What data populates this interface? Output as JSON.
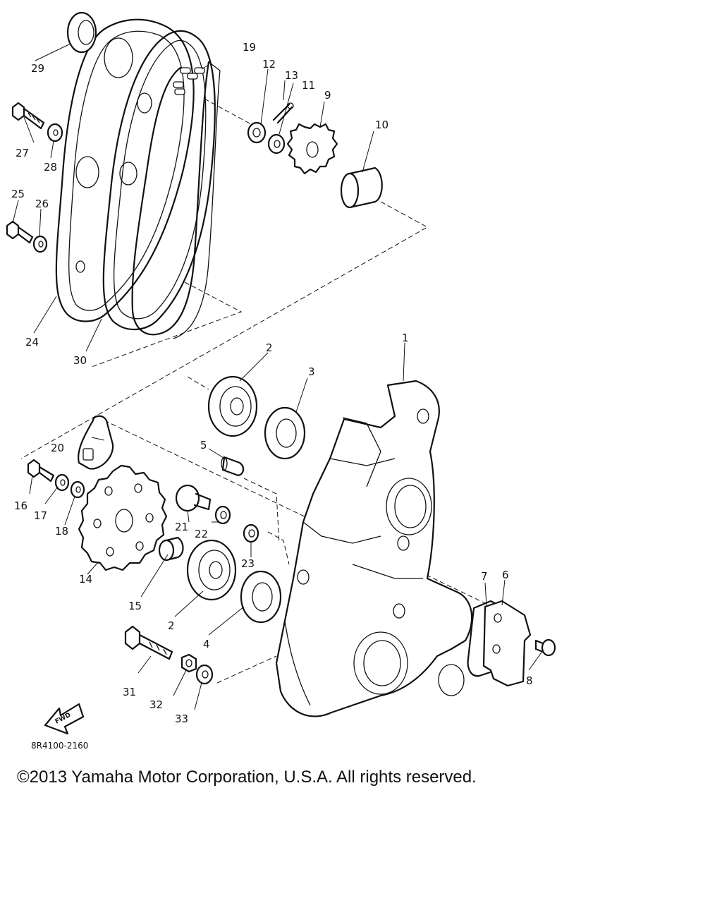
{
  "callouts": {
    "c1": "1",
    "c2a": "2",
    "c2b": "2",
    "c3": "3",
    "c4": "4",
    "c5": "5",
    "c6": "6",
    "c7": "7",
    "c8": "8",
    "c9": "9",
    "c10": "10",
    "c11": "11",
    "c12": "12",
    "c13": "13",
    "c14": "14",
    "c15": "15",
    "c16": "16",
    "c17": "17",
    "c18": "18",
    "c19": "19",
    "c20": "20",
    "c21": "21",
    "c22": "22",
    "c23": "23",
    "c24": "24",
    "c25": "25",
    "c26": "26",
    "c27": "27",
    "c28": "28",
    "c29": "29",
    "c30": "30",
    "c31": "31",
    "c32": "32",
    "c33": "33"
  },
  "fwd_badge": "FWD",
  "diagram_code": "8R4100-2160",
  "copyright": "©2013 Yamaha Motor Corporation, U.S.A. All rights reserved."
}
